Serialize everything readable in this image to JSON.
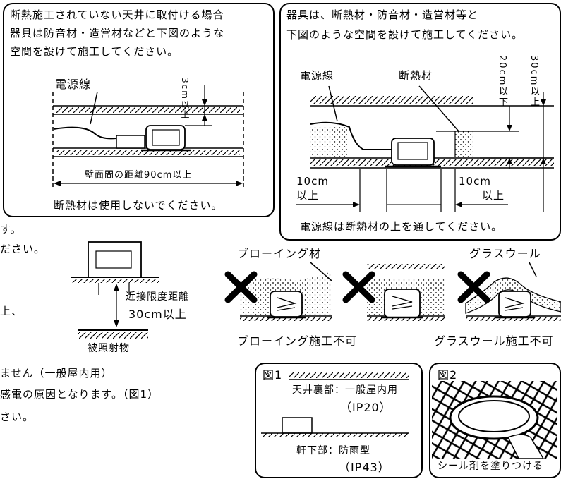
{
  "panel_left": {
    "lines": [
      "断熱施工されていない天井に取付ける場合",
      "器具は防音材・造営材などと下図のような",
      "空間を設けて施工してください。"
    ],
    "label_power": "電源線",
    "label_3cm": "3cm以上",
    "label_fixture": "器具",
    "label_wall_distance": "壁面間の距離90cm以上",
    "note": "断熱材は使用しないでください。"
  },
  "panel_right": {
    "lines": [
      "器具は、断熱材・防音材・造営材等と",
      "下図のような空間を設けて施工してください。"
    ],
    "label_power": "電源線",
    "label_insulation": "断熱材",
    "label_20cm": "20cm以下",
    "label_30cm": "30cm以上",
    "label_fixture": "器具",
    "label_10cm_left": "10cm",
    "label_10cm_left_sub": "以上",
    "label_10cm_right": "10cm",
    "label_10cm_right_sub": "以上",
    "note": "電源線は断熱材の上を通してください。"
  },
  "left_fragments": {
    "line1": "す。",
    "line2": "ださい。",
    "line3": "上、",
    "line4": "ません（一般屋内用）",
    "line5": "感電の原因となります。（図1）",
    "line6": "さい。"
  },
  "proximity": {
    "fixture": "器具",
    "label_title": "近接限度距離",
    "label_value": "30cm以上",
    "target": "被照射物"
  },
  "blowing": {
    "top_label": "ブローイング材",
    "bottom_label": "ブローイング施工不可"
  },
  "glasswool": {
    "top_label": "グラスウール",
    "bottom_label": "グラスウール施工不可"
  },
  "fig1": {
    "title": "図1",
    "upper": "天井裏部：一般屋内用",
    "upper_code": "（IP20）",
    "fixture": "器具",
    "lower": "軒下部：防雨型",
    "lower_code": "（IP43）"
  },
  "fig2": {
    "title": "図2",
    "caption": "シール剤を塗りつける"
  }
}
